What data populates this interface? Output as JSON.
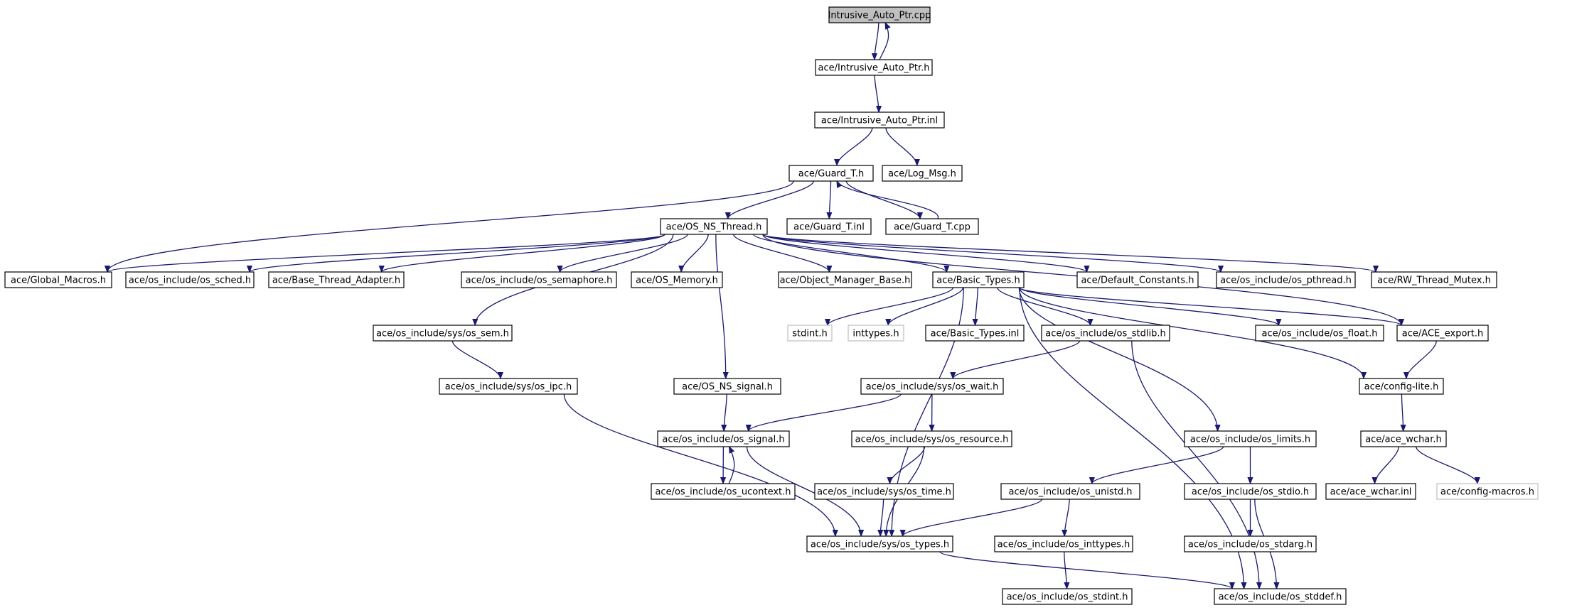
{
  "nodes": [
    {
      "id": "root",
      "label": "Intrusive_Auto_Ptr.cpp",
      "root": true
    },
    {
      "id": "iap_h",
      "label": "ace/Intrusive_Auto_Ptr.h"
    },
    {
      "id": "iap_inl",
      "label": "ace/Intrusive_Auto_Ptr.inl"
    },
    {
      "id": "guard_h",
      "label": "ace/Guard_T.h"
    },
    {
      "id": "log_msg",
      "label": "ace/Log_Msg.h"
    },
    {
      "id": "os_ns_thread",
      "label": "ace/OS_NS_Thread.h"
    },
    {
      "id": "guard_inl",
      "label": "ace/Guard_T.inl"
    },
    {
      "id": "guard_cpp",
      "label": "ace/Guard_T.cpp"
    },
    {
      "id": "global_macros",
      "label": "ace/Global_Macros.h"
    },
    {
      "id": "os_sched",
      "label": "ace/os_include/os_sched.h"
    },
    {
      "id": "base_thread_adapter",
      "label": "ace/Base_Thread_Adapter.h"
    },
    {
      "id": "os_semaphore",
      "label": "ace/os_include/os_semaphore.h"
    },
    {
      "id": "os_memory",
      "label": "ace/OS_Memory.h"
    },
    {
      "id": "object_manager_base",
      "label": "ace/Object_Manager_Base.h"
    },
    {
      "id": "basic_types_h",
      "label": "ace/Basic_Types.h"
    },
    {
      "id": "default_constants",
      "label": "ace/Default_Constants.h"
    },
    {
      "id": "os_pthread",
      "label": "ace/os_include/os_pthread.h"
    },
    {
      "id": "rw_thread_mutex",
      "label": "ace/RW_Thread_Mutex.h"
    },
    {
      "id": "sys_os_sem",
      "label": "ace/os_include/sys/os_sem.h"
    },
    {
      "id": "stdint_h",
      "label": "stdint.h",
      "ghost": true
    },
    {
      "id": "inttypes_h",
      "label": "inttypes.h",
      "ghost": true
    },
    {
      "id": "basic_types_inl",
      "label": "ace/Basic_Types.inl"
    },
    {
      "id": "os_stdlib",
      "label": "ace/os_include/os_stdlib.h"
    },
    {
      "id": "os_float",
      "label": "ace/os_include/os_float.h"
    },
    {
      "id": "ace_export",
      "label": "ace/ACE_export.h"
    },
    {
      "id": "sys_os_ipc",
      "label": "ace/os_include/sys/os_ipc.h"
    },
    {
      "id": "os_ns_signal",
      "label": "ace/OS_NS_signal.h"
    },
    {
      "id": "sys_os_wait",
      "label": "ace/os_include/sys/os_wait.h"
    },
    {
      "id": "config_lite",
      "label": "ace/config-lite.h"
    },
    {
      "id": "os_signal",
      "label": "ace/os_include/os_signal.h"
    },
    {
      "id": "sys_os_resource",
      "label": "ace/os_include/sys/os_resource.h"
    },
    {
      "id": "os_limits",
      "label": "ace/os_include/os_limits.h"
    },
    {
      "id": "ace_wchar_h",
      "label": "ace/ace_wchar.h"
    },
    {
      "id": "os_ucontext",
      "label": "ace/os_include/os_ucontext.h"
    },
    {
      "id": "sys_os_time",
      "label": "ace/os_include/sys/os_time.h"
    },
    {
      "id": "os_unistd",
      "label": "ace/os_include/os_unistd.h"
    },
    {
      "id": "os_stdio",
      "label": "ace/os_include/os_stdio.h"
    },
    {
      "id": "ace_wchar_inl",
      "label": "ace/ace_wchar.inl"
    },
    {
      "id": "config_macros",
      "label": "ace/config-macros.h",
      "ghost": true
    },
    {
      "id": "sys_os_types",
      "label": "ace/os_include/sys/os_types.h"
    },
    {
      "id": "os_inttypes",
      "label": "ace/os_include/os_inttypes.h"
    },
    {
      "id": "os_stdarg",
      "label": "ace/os_include/os_stdarg.h"
    },
    {
      "id": "os_stdint",
      "label": "ace/os_include/os_stdint.h"
    },
    {
      "id": "os_stddef",
      "label": "ace/os_include/os_stddef.h"
    }
  ],
  "edges": [
    [
      "root",
      "iap_h"
    ],
    [
      "iap_h",
      "root"
    ],
    [
      "iap_h",
      "iap_inl"
    ],
    [
      "iap_inl",
      "guard_h"
    ],
    [
      "iap_inl",
      "log_msg"
    ],
    [
      "guard_h",
      "os_ns_thread"
    ],
    [
      "guard_h",
      "guard_inl"
    ],
    [
      "guard_h",
      "guard_cpp"
    ],
    [
      "guard_h",
      "global_macros"
    ],
    [
      "guard_cpp",
      "guard_h"
    ],
    [
      "os_ns_thread",
      "global_macros"
    ],
    [
      "os_ns_thread",
      "os_sched"
    ],
    [
      "os_ns_thread",
      "base_thread_adapter"
    ],
    [
      "os_ns_thread",
      "os_semaphore"
    ],
    [
      "os_ns_thread",
      "os_memory"
    ],
    [
      "os_ns_thread",
      "object_manager_base"
    ],
    [
      "os_ns_thread",
      "basic_types_h"
    ],
    [
      "os_ns_thread",
      "default_constants"
    ],
    [
      "os_ns_thread",
      "os_pthread"
    ],
    [
      "os_ns_thread",
      "rw_thread_mutex"
    ],
    [
      "os_ns_thread",
      "sys_os_sem"
    ],
    [
      "os_ns_thread",
      "os_ns_signal"
    ],
    [
      "os_ns_thread",
      "ace_export"
    ],
    [
      "basic_types_h",
      "stdint_h"
    ],
    [
      "basic_types_h",
      "inttypes_h"
    ],
    [
      "basic_types_h",
      "basic_types_inl"
    ],
    [
      "basic_types_h",
      "os_stdlib"
    ],
    [
      "basic_types_h",
      "os_float"
    ],
    [
      "basic_types_h",
      "ace_export"
    ],
    [
      "basic_types_h",
      "config_lite"
    ],
    [
      "basic_types_h",
      "os_limits"
    ],
    [
      "basic_types_h",
      "sys_os_types"
    ],
    [
      "basic_types_h",
      "os_stddef"
    ],
    [
      "ace_export",
      "config_lite"
    ],
    [
      "sys_os_sem",
      "sys_os_ipc"
    ],
    [
      "sys_os_ipc",
      "sys_os_types"
    ],
    [
      "os_stdlib",
      "sys_os_wait"
    ],
    [
      "os_stdlib",
      "os_stddef"
    ],
    [
      "os_ns_signal",
      "os_signal"
    ],
    [
      "sys_os_wait",
      "os_signal"
    ],
    [
      "sys_os_wait",
      "sys_os_resource"
    ],
    [
      "config_lite",
      "ace_wchar_h"
    ],
    [
      "os_signal",
      "os_ucontext"
    ],
    [
      "os_ucontext",
      "os_signal"
    ],
    [
      "os_signal",
      "sys_os_types"
    ],
    [
      "sys_os_resource",
      "sys_os_time"
    ],
    [
      "sys_os_resource",
      "sys_os_types"
    ],
    [
      "os_limits",
      "os_unistd"
    ],
    [
      "os_limits",
      "os_stdio"
    ],
    [
      "ace_wchar_h",
      "ace_wchar_inl"
    ],
    [
      "ace_wchar_h",
      "config_macros"
    ],
    [
      "sys_os_time",
      "sys_os_types"
    ],
    [
      "os_unistd",
      "sys_os_types"
    ],
    [
      "os_unistd",
      "os_inttypes"
    ],
    [
      "os_stdio",
      "os_stdarg"
    ],
    [
      "os_stdio",
      "os_stddef"
    ],
    [
      "os_inttypes",
      "os_stdint"
    ],
    [
      "sys_os_types",
      "os_stddef"
    ]
  ]
}
